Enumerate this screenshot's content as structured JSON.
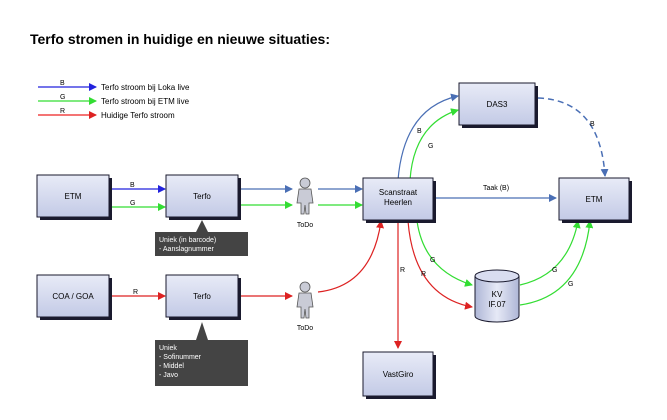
{
  "title": "Terfo stromen in huidige en nieuwe situaties:",
  "legend": [
    {
      "code": "B",
      "text": "Terfo stroom bij Loka live",
      "color": "#2222dd"
    },
    {
      "code": "G",
      "text": "Terfo stroom bij ETM live",
      "color": "#33dd33"
    },
    {
      "code": "R",
      "text": "Huidige Terfo stroom",
      "color": "#ee2222"
    }
  ],
  "nodes": {
    "etm_left": "ETM",
    "terfo_top": "Terfo",
    "coa_goa": "COA / GOA",
    "terfo_bottom": "Terfo",
    "scanstraat_1": "Scanstraat",
    "scanstraat_2": "Heerlen",
    "das3": "DAS3",
    "etm_right": "ETM",
    "vastgiro": "VastGiro",
    "kv_1": "KV",
    "kv_2": "IF.07"
  },
  "actors": {
    "todo_top": "ToDo",
    "todo_bottom": "ToDo"
  },
  "callouts": {
    "top": [
      "Uniek (in barcode)",
      "- Aanslagnummer"
    ],
    "bottom": [
      "Uniek",
      "- Sofinummer",
      "- Middel",
      "- Javo"
    ]
  },
  "edge_labels": {
    "etm_terfo_b": "B",
    "etm_terfo_g": "G",
    "coa_terfo_r": "R",
    "scan_das3_b": "B",
    "scan_das3_g": "G",
    "das3_etm_b": "B",
    "taak": "Taak (B)",
    "scan_vastgiro_r": "R",
    "scan_kv_g": "G",
    "scan_kv_r": "R",
    "kv_etm_g": "G",
    "kv_etm_g2": "G"
  },
  "colors": {
    "blue": "#4a6fb5",
    "green": "#33dd33",
    "red": "#dd2222",
    "box_fill": "#d4d9ee",
    "callout_fill": "#444444"
  }
}
